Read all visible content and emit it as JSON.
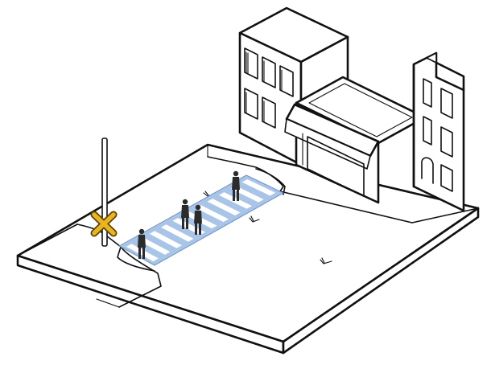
{
  "colors": {
    "background": "#ffffff",
    "line": "#111111",
    "ground": "#ffffff",
    "sidewalk_shade": "#f2f2f2",
    "crosswalk_fill": "#a8c4e6",
    "crosswalk_stripe": "#ffffff",
    "crosswalk_edge": "#6f93c4",
    "signal_marker": "#e8b420",
    "signal_marker_outline": "#5a4300",
    "pedestrian": "#2b2b2b"
  },
  "icons": {
    "signal_marker": "x-mark-icon",
    "pedestrian": "person-silhouette-icon",
    "lane_arrow": "lane-arrow-marking"
  },
  "scene": {
    "pedestrian_count": 4,
    "crosswalk_stripe_count": 11
  }
}
